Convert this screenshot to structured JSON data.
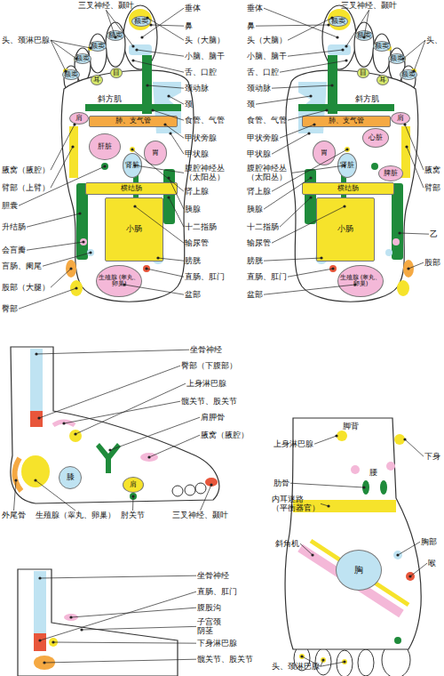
{
  "diagram": {
    "nodes": [
      {
        "text": [
          "额窦"
        ]
      },
      {
        "text": [
          "额窦"
        ]
      },
      {
        "text": [
          "额窦"
        ]
      },
      {
        "text": [
          "额窦"
        ]
      },
      {
        "text": [
          "额窦"
        ]
      },
      {
        "text": [
          "目"
        ]
      },
      {
        "text": [
          "耳"
        ]
      },
      {
        "text": [
          "肩"
        ]
      },
      {
        "text": [
          "肺、支气管"
        ]
      },
      {
        "text": [
          "肝脏"
        ]
      },
      {
        "text": [
          "肾脏"
        ]
      },
      {
        "text": [
          "胃"
        ]
      },
      {
        "text": [
          "横结肠"
        ]
      },
      {
        "text": [
          "小肠"
        ]
      },
      {
        "text": [
          "生殖腺 (睾丸、卵巢)"
        ]
      },
      {
        "text": [
          "额窦"
        ]
      },
      {
        "text": [
          "额窦"
        ]
      },
      {
        "text": [
          "额窦"
        ]
      },
      {
        "text": [
          "额窦"
        ]
      },
      {
        "text": [
          "额窦"
        ]
      },
      {
        "text": [
          "目"
        ]
      },
      {
        "text": [
          "耳"
        ]
      },
      {
        "text": [
          "肩"
        ]
      },
      {
        "text": [
          "心脏"
        ]
      },
      {
        "text": [
          "肺、支气管"
        ]
      },
      {
        "text": [
          "胃"
        ]
      },
      {
        "text": [
          "肾脏"
        ]
      },
      {
        "text": [
          "脾脏"
        ]
      },
      {
        "text": [
          "横结肠"
        ]
      },
      {
        "text": [
          "小肠"
        ]
      },
      {
        "text": [
          "生殖腺 (睾丸、卵巢)"
        ]
      },
      {
        "text": [
          "膝"
        ]
      },
      {
        "text": [
          "肩"
        ]
      },
      {
        "text": [
          "胸"
        ]
      }
    ],
    "labels": [
      "三叉神经、颞叶",
      "头、颈淋巴腺",
      "斜方肌",
      "腋窝（腋腔）",
      "臂部（上臂）",
      "胆囊",
      "升结肠",
      "会盲瓣",
      "盲肠、阑尾",
      "股部（大腿）",
      "臀部",
      "垂体",
      "鼻",
      "头（大脑）",
      "小脑、脑干",
      "舌、口腔",
      "颈动脉",
      "颈",
      "食管、气管",
      "甲状旁腺",
      "甲状腺",
      "腹腔神经丛 （太阳丛）",
      "肾上腺",
      "胰腺",
      "十二指肠",
      "输尿管",
      "膀胱",
      "直肠、肛门",
      "盆部",
      "垂体",
      "三叉神经、颞叶",
      "鼻",
      "头（大脑）",
      "小脑、脑干",
      "舌、口腔",
      "颈动脉",
      "颈",
      "食管、气管",
      "甲状旁腺",
      "甲状腺",
      "腹腔神经丛 （太阳丛）",
      "肾上腺",
      "胰腺",
      "十二指肠",
      "输尿管",
      "膀胱",
      "直肠、肛门",
      "盆部",
      "斜方肌",
      "头、",
      "腋窝",
      "臂部",
      "乙",
      "股部",
      "坐骨神经",
      "臀部（下腹部）",
      "上身淋巴腺",
      "髋关节、股关节",
      "肩胛骨",
      "腋窝（腋腔）",
      "外尾骨",
      "生殖腺（睾丸、卵巢）",
      "肘关节",
      "三叉神经、颞叶",
      "脚背",
      "上身淋巴腺",
      "下身",
      "肋骨",
      "腰",
      "内耳迷路 （平衡器官）",
      "斜角机",
      "胸部",
      "喉",
      "头、颈淋巴腺",
      "坐骨神经",
      "直肠、肛门",
      "腹股沟",
      "子宫颈 阴茎",
      "下身淋巴腺",
      "髋关节、股关节"
    ]
  }
}
